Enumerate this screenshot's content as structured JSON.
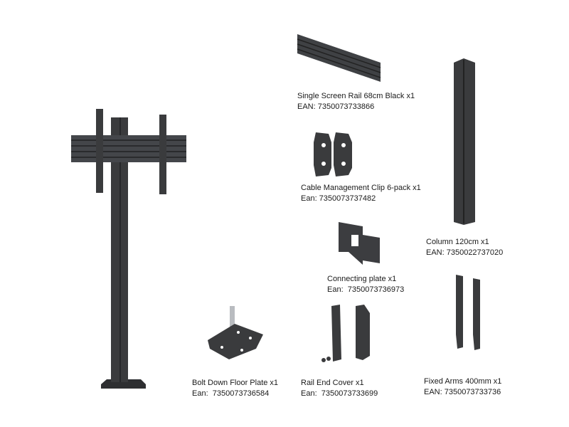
{
  "parts": [
    {
      "name": "Single Screen Rail 68cm Black x1",
      "code": "EAN: 7350073733866"
    },
    {
      "name": "Cable Management Clip 6-pack x1",
      "code": "Ean: 7350073737482"
    },
    {
      "name": "Column 120cm x1",
      "code": "EAN: 7350022737020"
    },
    {
      "name": "Connecting plate x1",
      "code": "Ean:  7350073736973"
    },
    {
      "name": "Bolt Down Floor Plate x1",
      "code": "Ean:  7350073736584"
    },
    {
      "name": "Rail End Cover x1",
      "code": "Ean:  7350073733699"
    },
    {
      "name": "Fixed Arms 400mm x1",
      "code": "EAN: 7350073733736"
    }
  ],
  "colors": {
    "metal": "#3a3b3d",
    "metal_light": "#55575a",
    "text": "#1a1a1a"
  }
}
